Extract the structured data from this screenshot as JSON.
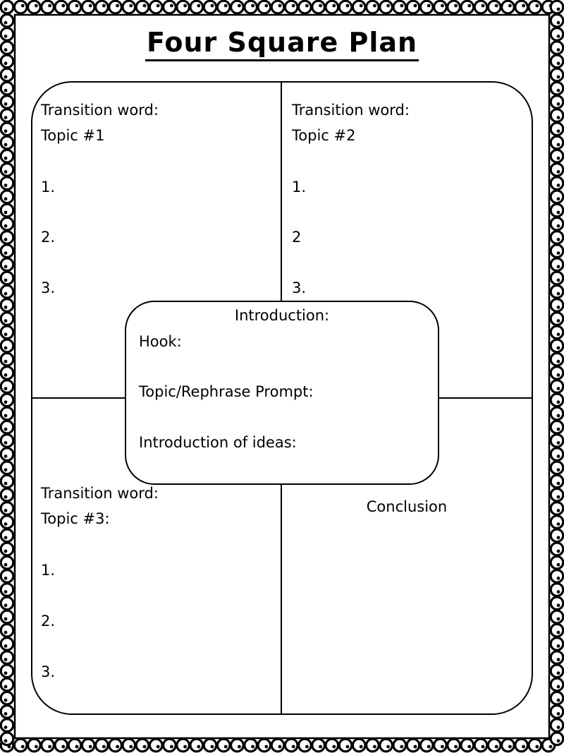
{
  "title": "Four Square Plan",
  "topic1": {
    "transition": "Transition word:",
    "topic": "Topic #1",
    "items": [
      "1.",
      "2.",
      "3."
    ]
  },
  "topic2": {
    "transition": "Transition word:",
    "topic": "Topic #2",
    "items": [
      "1.",
      "2",
      "3."
    ]
  },
  "topic3": {
    "transition": "Transition word:",
    "topic": "Topic #3:",
    "items": [
      "1.",
      "2.",
      "3."
    ]
  },
  "conclusion": "Conclusion",
  "introduction": {
    "title": "Introduction:",
    "hook": "Hook:",
    "prompt": "Topic/Rephrase Prompt:",
    "ideas": "Introduction of ideas:"
  }
}
